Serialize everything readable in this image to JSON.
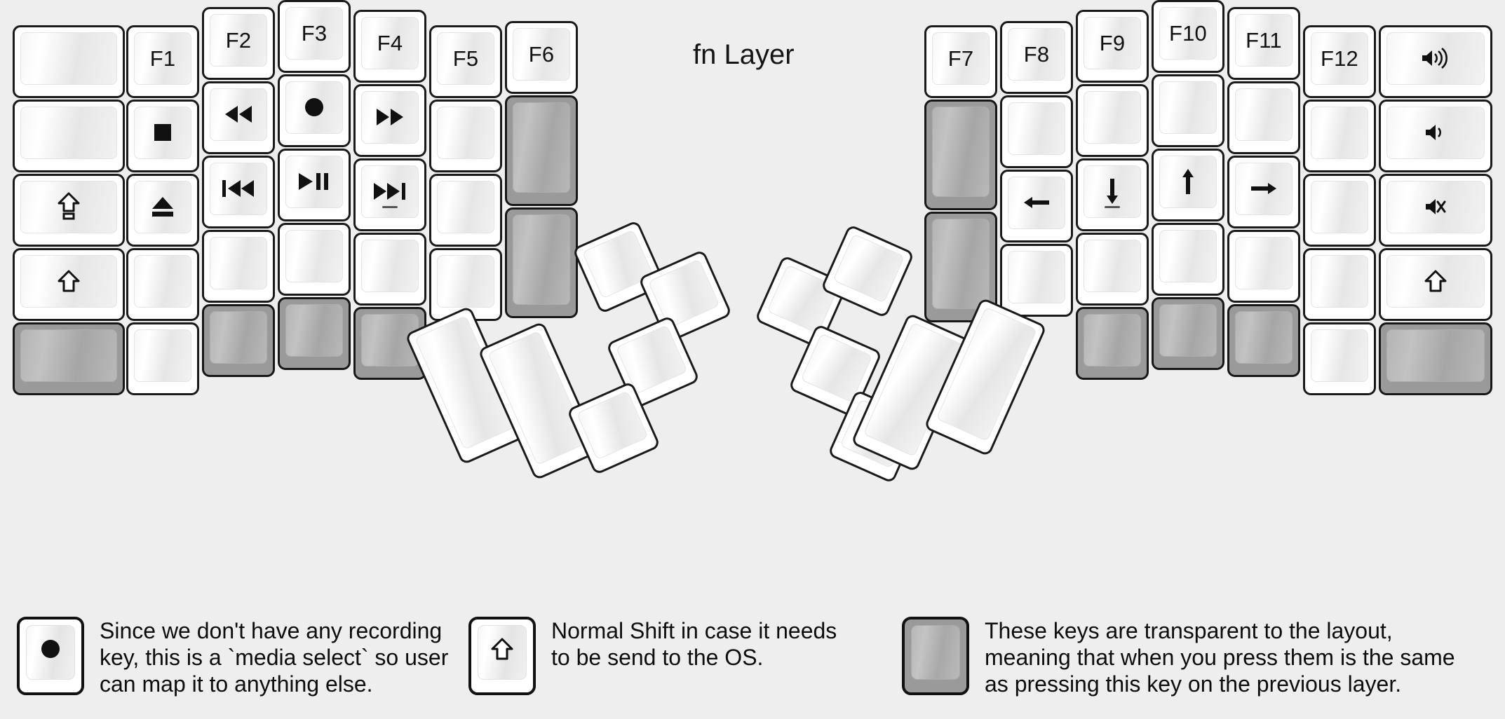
{
  "title": "fn Layer",
  "colors": {
    "background": "#eeeeee",
    "key_face": "#ffffff",
    "key_outline": "#1a1a1a",
    "transparent_key": "#9a9a9a"
  },
  "keyboard": {
    "name": "split ergonomic columnar keyboard",
    "left_half": {
      "columns": [
        {
          "name": "outer-col",
          "keys": [
            {
              "label": "",
              "icon": "blank",
              "state": "blank"
            },
            {
              "label": "",
              "icon": "blank",
              "state": "blank"
            },
            {
              "label": "",
              "icon": "caps-lock-arrow",
              "state": "normal"
            },
            {
              "label": "",
              "icon": "shift-arrow",
              "state": "normal"
            },
            {
              "label": "",
              "icon": "blank",
              "state": "transparent"
            }
          ]
        },
        {
          "name": "pinky-col",
          "keys": [
            {
              "label": "F1",
              "icon": "text",
              "state": "normal"
            },
            {
              "label": "",
              "icon": "stop",
              "state": "normal"
            },
            {
              "label": "",
              "icon": "eject",
              "state": "normal"
            },
            {
              "label": "",
              "icon": "blank",
              "state": "blank"
            },
            {
              "label": "",
              "icon": "blank",
              "state": "blank"
            }
          ]
        },
        {
          "name": "ring-col",
          "keys": [
            {
              "label": "F2",
              "icon": "text",
              "state": "normal"
            },
            {
              "label": "",
              "icon": "rewind",
              "state": "normal"
            },
            {
              "label": "",
              "icon": "prev-track",
              "state": "normal"
            },
            {
              "label": "",
              "icon": "blank",
              "state": "blank"
            },
            {
              "label": "",
              "icon": "blank",
              "state": "transparent"
            }
          ]
        },
        {
          "name": "middle-col",
          "keys": [
            {
              "label": "F3",
              "icon": "text",
              "state": "normal"
            },
            {
              "label": "",
              "icon": "record",
              "state": "normal"
            },
            {
              "label": "",
              "icon": "play-pause",
              "state": "normal"
            },
            {
              "label": "",
              "icon": "blank",
              "state": "blank"
            },
            {
              "label": "",
              "icon": "blank",
              "state": "transparent"
            }
          ]
        },
        {
          "name": "index-col",
          "keys": [
            {
              "label": "F4",
              "icon": "text",
              "state": "normal"
            },
            {
              "label": "",
              "icon": "fast-forward",
              "state": "normal"
            },
            {
              "label": "",
              "icon": "next-track",
              "state": "normal",
              "homing": true
            },
            {
              "label": "",
              "icon": "blank",
              "state": "blank"
            },
            {
              "label": "",
              "icon": "blank",
              "state": "transparent"
            }
          ]
        },
        {
          "name": "inner-col",
          "keys": [
            {
              "label": "F5",
              "icon": "text",
              "state": "normal"
            },
            {
              "label": "",
              "icon": "blank",
              "state": "blank"
            },
            {
              "label": "",
              "icon": "blank",
              "state": "blank"
            },
            {
              "label": "",
              "icon": "blank",
              "state": "blank"
            }
          ]
        },
        {
          "name": "innermost-col",
          "keys": [
            {
              "label": "F6",
              "icon": "text",
              "state": "normal"
            },
            {
              "label": "",
              "icon": "blank",
              "state": "transparent"
            },
            {
              "label": "",
              "icon": "blank",
              "state": "transparent"
            }
          ]
        }
      ],
      "thumb_cluster": {
        "keys": [
          {
            "label": "",
            "icon": "blank",
            "state": "blank",
            "size": "2u"
          },
          {
            "label": "",
            "icon": "blank",
            "state": "blank",
            "size": "2u"
          },
          {
            "label": "",
            "icon": "blank",
            "state": "blank",
            "size": "1u"
          },
          {
            "label": "",
            "icon": "blank",
            "state": "blank",
            "size": "1u"
          },
          {
            "label": "",
            "icon": "blank",
            "state": "blank",
            "size": "1u"
          },
          {
            "label": "",
            "icon": "blank",
            "state": "blank",
            "size": "1u"
          }
        ]
      }
    },
    "right_half": {
      "columns": [
        {
          "name": "innermost-col",
          "keys": [
            {
              "label": "F7",
              "icon": "text",
              "state": "normal"
            },
            {
              "label": "",
              "icon": "blank",
              "state": "transparent"
            },
            {
              "label": "",
              "icon": "blank",
              "state": "transparent"
            }
          ]
        },
        {
          "name": "inner-col",
          "keys": [
            {
              "label": "F8",
              "icon": "text",
              "state": "normal"
            },
            {
              "label": "",
              "icon": "blank",
              "state": "blank"
            },
            {
              "label": "",
              "icon": "arrow-left",
              "state": "normal"
            },
            {
              "label": "",
              "icon": "blank",
              "state": "blank"
            }
          ]
        },
        {
          "name": "index-col",
          "keys": [
            {
              "label": "F9",
              "icon": "text",
              "state": "normal"
            },
            {
              "label": "",
              "icon": "blank",
              "state": "blank"
            },
            {
              "label": "",
              "icon": "arrow-down",
              "state": "normal",
              "homing": true
            },
            {
              "label": "",
              "icon": "blank",
              "state": "blank"
            },
            {
              "label": "",
              "icon": "blank",
              "state": "transparent"
            }
          ]
        },
        {
          "name": "middle-col",
          "keys": [
            {
              "label": "F10",
              "icon": "text",
              "state": "normal"
            },
            {
              "label": "",
              "icon": "blank",
              "state": "blank"
            },
            {
              "label": "",
              "icon": "arrow-up",
              "state": "normal"
            },
            {
              "label": "",
              "icon": "blank",
              "state": "blank"
            },
            {
              "label": "",
              "icon": "blank",
              "state": "transparent"
            }
          ]
        },
        {
          "name": "ring-col",
          "keys": [
            {
              "label": "F11",
              "icon": "text",
              "state": "normal"
            },
            {
              "label": "",
              "icon": "blank",
              "state": "blank"
            },
            {
              "label": "",
              "icon": "arrow-right",
              "state": "normal"
            },
            {
              "label": "",
              "icon": "blank",
              "state": "blank"
            },
            {
              "label": "",
              "icon": "blank",
              "state": "transparent"
            }
          ]
        },
        {
          "name": "pinky-col",
          "keys": [
            {
              "label": "F12",
              "icon": "text",
              "state": "normal"
            },
            {
              "label": "",
              "icon": "blank",
              "state": "blank"
            },
            {
              "label": "",
              "icon": "blank",
              "state": "blank"
            },
            {
              "label": "",
              "icon": "blank",
              "state": "blank"
            },
            {
              "label": "",
              "icon": "blank",
              "state": "blank"
            }
          ]
        },
        {
          "name": "outer-col",
          "keys": [
            {
              "label": "",
              "icon": "volume-up",
              "state": "normal"
            },
            {
              "label": "",
              "icon": "volume-down",
              "state": "normal"
            },
            {
              "label": "",
              "icon": "volume-mute",
              "state": "normal"
            },
            {
              "label": "",
              "icon": "shift-arrow",
              "state": "normal"
            },
            {
              "label": "",
              "icon": "blank",
              "state": "transparent"
            }
          ]
        }
      ],
      "thumb_cluster": {
        "keys": [
          {
            "label": "",
            "icon": "blank",
            "state": "blank",
            "size": "1u"
          },
          {
            "label": "",
            "icon": "blank",
            "state": "blank",
            "size": "1u"
          },
          {
            "label": "",
            "icon": "blank",
            "state": "blank",
            "size": "1u"
          },
          {
            "label": "",
            "icon": "blank",
            "state": "blank",
            "size": "1u"
          },
          {
            "label": "",
            "icon": "blank",
            "state": "blank",
            "size": "2u"
          },
          {
            "label": "",
            "icon": "blank",
            "state": "blank",
            "size": "2u"
          }
        ]
      }
    }
  },
  "legend": [
    {
      "icon": "record",
      "state": "normal",
      "text": "Since we don't have any recording\nkey, this is a `media select` so user\ncan map it to anything else."
    },
    {
      "icon": "shift-arrow",
      "state": "normal",
      "text": "Normal Shift in case it needs\nto be send to the OS."
    },
    {
      "icon": "blank",
      "state": "transparent",
      "text": "These keys are transparent to the layout,\nmeaning that when you press them is the same\nas pressing this key on the previous layer."
    }
  ]
}
